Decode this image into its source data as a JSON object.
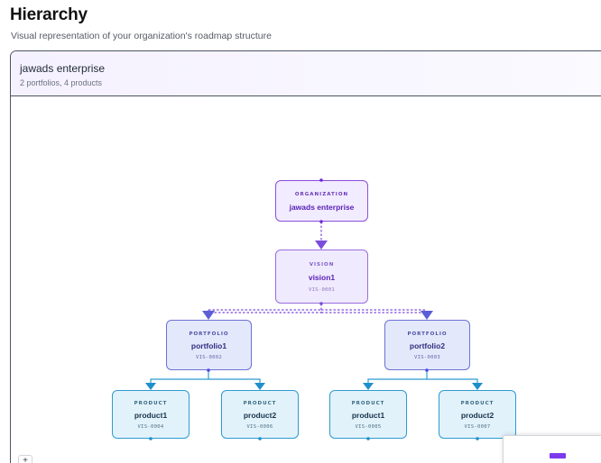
{
  "page": {
    "title": "Hierarchy",
    "subtitle": "Visual representation of your organization's roadmap structure"
  },
  "card": {
    "title": "jawads enterprise",
    "subtitle": "2 portfolios, 4 products"
  },
  "nodes": {
    "organization": {
      "type": "ORGANIZATION",
      "name": "jawads enterprise"
    },
    "vision": {
      "type": "VISION",
      "name": "vision1",
      "code": "VIS-0001"
    },
    "portfolio1": {
      "type": "PORTFOLIO",
      "name": "portfolio1",
      "code": "VIS-0002"
    },
    "portfolio2": {
      "type": "PORTFOLIO",
      "name": "portfolio2",
      "code": "VIS-0003"
    },
    "product_p1_a": {
      "type": "PRODUCT",
      "name": "product1",
      "code": "VIS-0004"
    },
    "product_p1_b": {
      "type": "PRODUCT",
      "name": "product2",
      "code": "VIS-0006"
    },
    "product_p2_a": {
      "type": "PRODUCT",
      "name": "product1",
      "code": "VIS-0005"
    },
    "product_p2_b": {
      "type": "PRODUCT",
      "name": "product2",
      "code": "VIS-0007"
    }
  },
  "colors": {
    "organization": "#8b4fd8",
    "vision": "#9a6de0",
    "portfolio": "#6a72d6",
    "product": "#2e9bd0",
    "edge_dashed": "#7c4ddb",
    "edge_product": "#2e9bd0"
  },
  "controls": {
    "zoom_in_icon": "plus-icon"
  }
}
